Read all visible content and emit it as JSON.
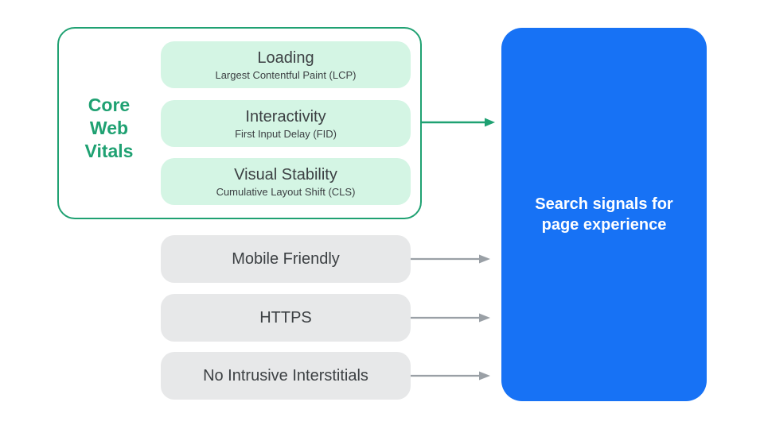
{
  "colors": {
    "green": "#1fa172",
    "green_light": "#d4f5e4",
    "gray_light": "#e7e8e9",
    "blue": "#1772f5",
    "arrow_gray": "#9aa0a6",
    "text_dark": "#3c4043",
    "text_white": "#ffffff"
  },
  "core_web_vitals": {
    "label": "Core Web Vitals",
    "items": [
      {
        "title": "Loading",
        "subtitle": "Largest Contentful Paint (LCP)"
      },
      {
        "title": "Interactivity",
        "subtitle": "First Input Delay (FID)"
      },
      {
        "title": "Visual Stability",
        "subtitle": "Cumulative Layout Shift (CLS)"
      }
    ]
  },
  "other_signals": [
    {
      "label": "Mobile Friendly"
    },
    {
      "label": "HTTPS"
    },
    {
      "label": "No Intrusive Interstitials"
    }
  ],
  "result_box": {
    "label": "Search signals for page experience"
  }
}
